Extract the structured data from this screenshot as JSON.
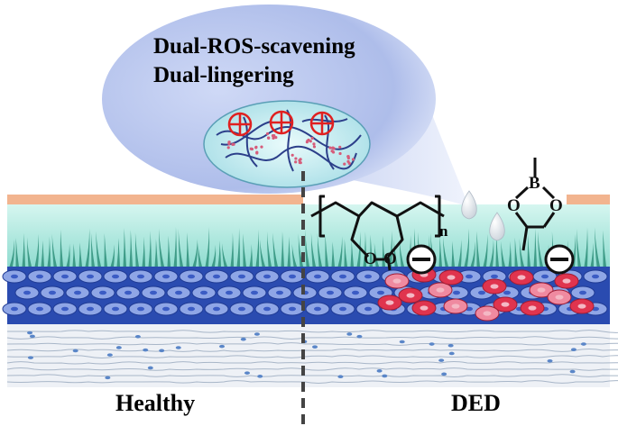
{
  "bubble": {
    "line1": "Dual-ROS-scavening",
    "line2": "Dual-lingering"
  },
  "regions": {
    "left": "Healthy",
    "right": "DED"
  },
  "polymer": {
    "subscript": "n",
    "atom_o1": "O",
    "atom_o2": "O"
  },
  "boronate": {
    "atom_b": "B",
    "atom_o1": "O",
    "atom_o2": "O"
  },
  "colors": {
    "lipid": "#f2b48f",
    "aqueous": "#bfeee6",
    "aqueous_deep": "#99e3d8",
    "mucin": "#2f8f7a",
    "epithelium": "#2a4bb0",
    "epithelial_cell": "#8fa6e6",
    "inflamed_cell": "#e0344e",
    "inflamed_cell_light": "#ef8aa0",
    "stroma": "#eef1f6",
    "bubble": "#b9c6ee",
    "plus_sign": "#e02020"
  }
}
